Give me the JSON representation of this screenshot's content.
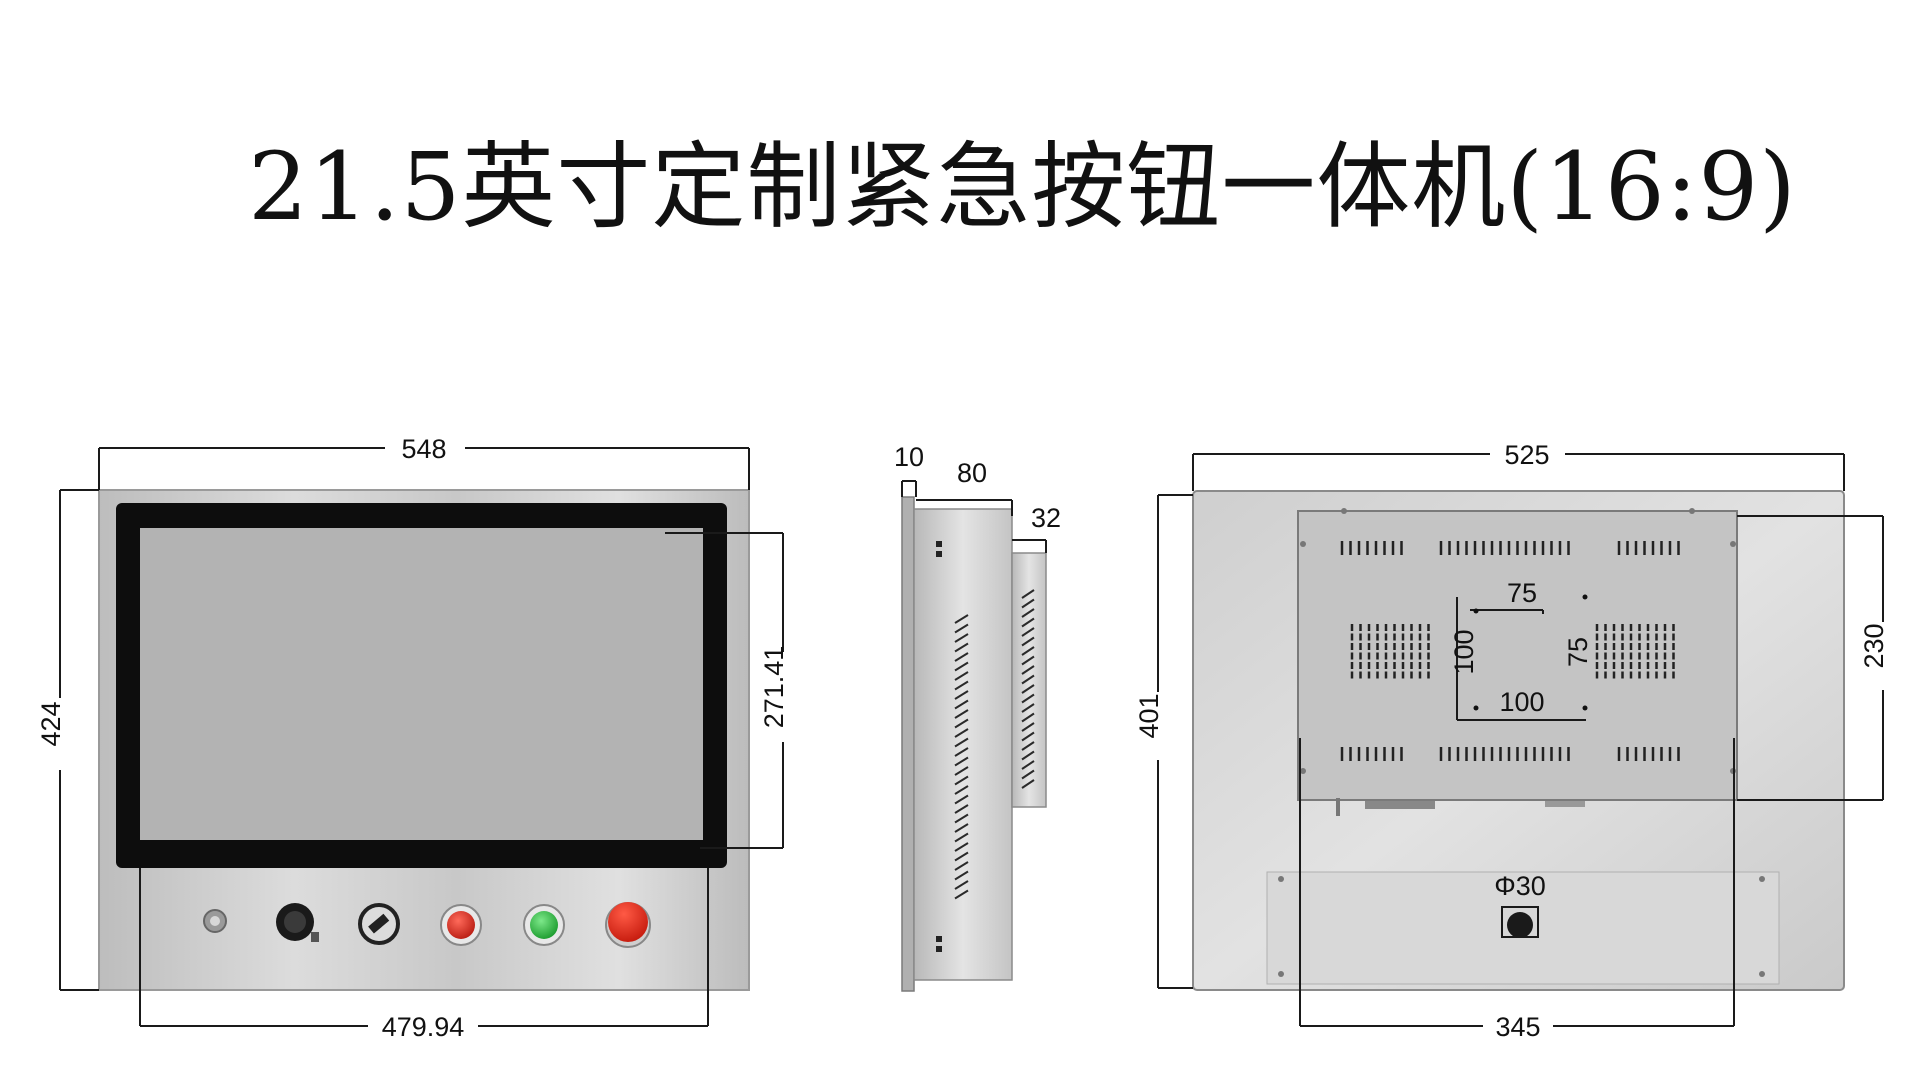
{
  "title": "21.5英寸定制紧急按钮一体机(16:9)",
  "front_view": {
    "width": "548",
    "height": "424",
    "screen_height": "271.41",
    "screen_width": "479.94"
  },
  "side_view": {
    "bezel": "10",
    "depth": "80",
    "box": "32"
  },
  "rear_view": {
    "width": "525",
    "height": "401",
    "module_height": "230",
    "vesa_h_top": "75",
    "vesa_v_left": "100",
    "vesa_v_right": "75",
    "vesa_h_bottom": "100",
    "hole": "Φ30",
    "module_width": "345"
  },
  "colors": {
    "panel": "#c9c9c9",
    "panel_dark": "#a9a9a9",
    "bezel": "#0d0d0d",
    "screen": "#b3b3b3",
    "button_red": "#d2261d",
    "button_green": "#28b43c",
    "dim_line": "#1a1a1a"
  }
}
